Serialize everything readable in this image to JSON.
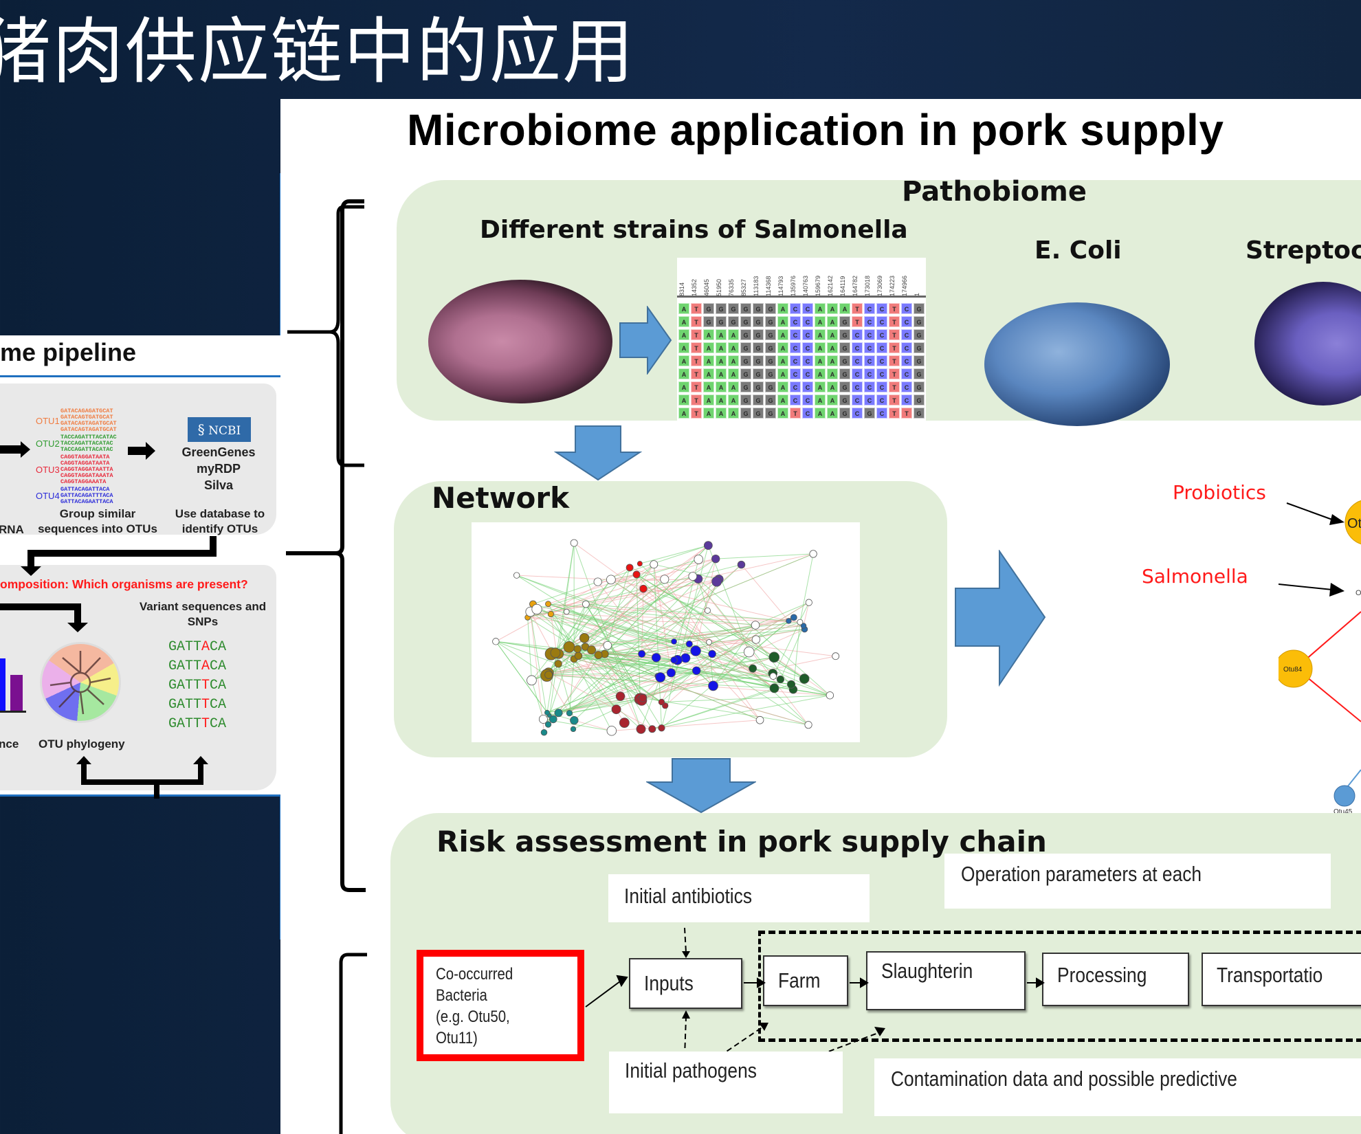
{
  "slide": {
    "title_cn": "在猪肉供应链中的应用",
    "title_cn_visible": "猪肉供应链中的应用",
    "colors": {
      "background": "#0f2541",
      "band_green": "#e2eed9",
      "arrow_blue": "#5b9bd5",
      "highlight_red": "#ff0000",
      "panel_border_blue": "#1f6fbf"
    }
  },
  "left_pipeline": {
    "header": "me pipeline",
    "otus": [
      {
        "label": "OTU1",
        "color": "#f07b3f",
        "sequences": [
          "GATACAGAGATGCAT",
          "GATACAGTGATGCAT",
          "GATACAGTAGATGCAT",
          "GATACAGTAGATGCAT"
        ]
      },
      {
        "label": "OTU2",
        "color": "#2e9a2e",
        "sequences": [
          "TACCAGATTTACATAC",
          "TACCAGATTACATAC",
          "TACCAGATTACATAC"
        ]
      },
      {
        "label": "OTU3",
        "color": "#e8283a",
        "sequences": [
          "CAGGTAGGATAATA",
          "CAGGTAGGATAATA",
          "CAGGTAGGATAATTA",
          "CAGGTAGGATAAATA",
          "CAGGTAGGAAATA"
        ]
      },
      {
        "label": "OTU4",
        "color": "#2b2bd9",
        "sequences": [
          "GATTACAGATTACA",
          "GATTACAGATTTACA",
          "GATTACAGAATTACA"
        ]
      }
    ],
    "database_logo": "NCBI",
    "databases": [
      "GreenGenes",
      "myRDP",
      "Silva"
    ],
    "step_labels": {
      "rna": "RNA",
      "group": [
        "Group similar",
        "sequences into OTUs"
      ],
      "identify": [
        "Use database to",
        "identify OTUs"
      ]
    },
    "composition_question": "omposition: Which organisms are present?",
    "variant_heading": [
      "Variant sequences and",
      "SNPs"
    ],
    "variants": [
      {
        "prefix": "GATT",
        "snp": "A",
        "suffix": "CA"
      },
      {
        "prefix": "GATT",
        "snp": "A",
        "suffix": "CA"
      },
      {
        "prefix": "GATT",
        "snp": "T",
        "suffix": "CA"
      },
      {
        "prefix": "GATT",
        "snp": "T",
        "suffix": "CA"
      },
      {
        "prefix": "GATT",
        "snp": "T",
        "suffix": "CA"
      }
    ],
    "abundance_label": "nce",
    "phylogeny_label": "OTU phylogeny"
  },
  "main": {
    "title": "Microbiome application in pork supply",
    "pathobiome": {
      "title": "Pathobiome",
      "salmonella_label": "Different strains of Salmonella",
      "ecoli_label": "E. Coli",
      "strep_label": "Streptoco",
      "alignment": {
        "positions": [
          "8314",
          "14352",
          "46045",
          "51950",
          "76335",
          "85327",
          "113183",
          "114368",
          "114793",
          "135976",
          "140763",
          "159679",
          "162142",
          "164119",
          "164782",
          "173018",
          "173069",
          "174223",
          "174966",
          "1"
        ],
        "rows": [
          "ATGGGGGGACCAAATCCTCG",
          "ATGGGGGGACCAAGTCCTCG",
          "ATAAAGGGACCAAGCCCTCG",
          "ATAAAGGGACCAAGCCCTCG",
          "ATAAAGGGACCAAGCCCTCG",
          "ATAAAGGGACCAAGCCCTCG",
          "ATAAAGGGACCAAGCCCTCG",
          "ATAAAGGGACCAAGCCCTCG",
          "ATAAAGGGATCAAGCGCTTG"
        ]
      }
    },
    "network": {
      "title": "Network",
      "probiotics_label": "Probiotics",
      "salmonella_label": "Salmonella",
      "node_labels": [
        "Otu",
        "Otu84",
        "Otu45",
        "O"
      ]
    },
    "risk": {
      "title": "Risk assessment in pork supply chain",
      "cooccurred": [
        "Co-occurred",
        "Bacteria",
        "(e.g. Otu50,",
        "Otu11)"
      ],
      "initial_antibiotics": "Initial antibiotics",
      "initial_pathogens": "Initial pathogens",
      "operation_params": "Operation parameters at each",
      "contamination": "Contamination data and possible predictive",
      "stages": [
        "Inputs",
        "Farm",
        "Slaughterin",
        "Processing",
        "Transportatio"
      ]
    }
  }
}
